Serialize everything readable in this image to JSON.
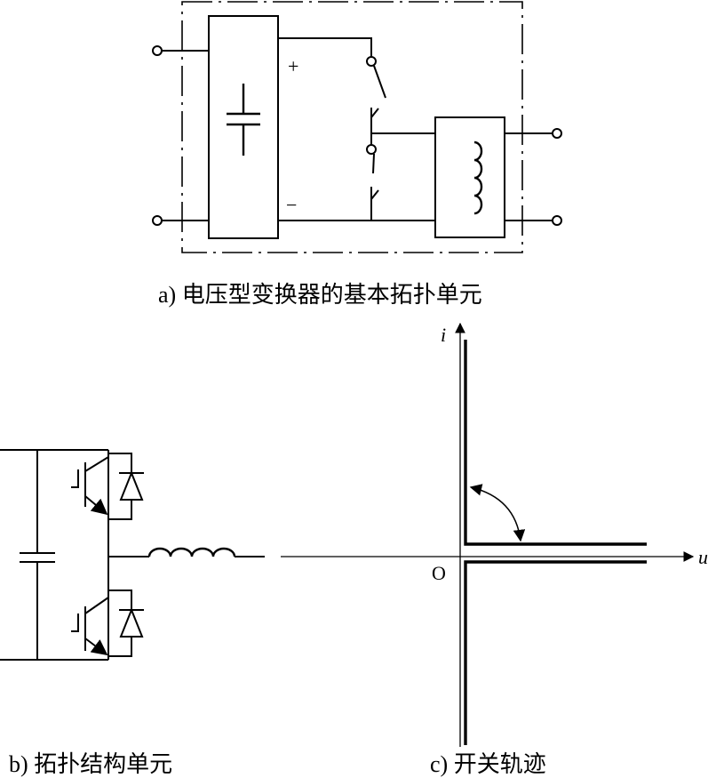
{
  "panel_a": {
    "caption": "a) 电压型变换器的基本拓扑单元",
    "plus_sign": "+",
    "minus_sign": "−"
  },
  "panel_b": {
    "caption": "b) 拓扑结构单元"
  },
  "panel_c": {
    "caption": "c) 开关轨迹",
    "axis_i": "i",
    "axis_u": "u",
    "origin": "O"
  }
}
